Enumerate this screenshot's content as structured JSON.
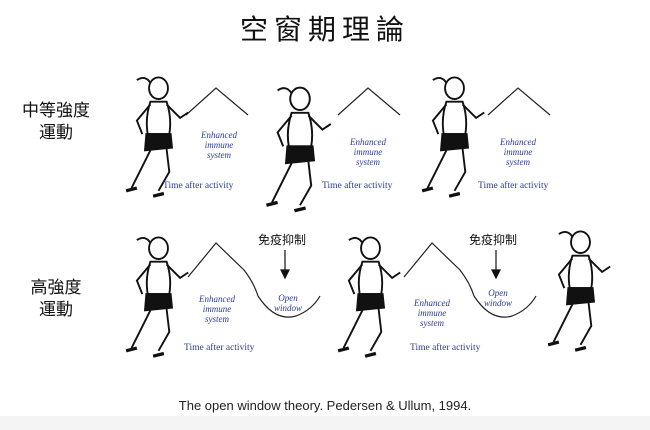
{
  "title": "空窗期理論",
  "rows": [
    {
      "label_line1": "中等強度",
      "label_line2": "運動"
    },
    {
      "label_line1": "高強度",
      "label_line2": "運動"
    }
  ],
  "curve_labels": {
    "enhanced_line1": "Enhanced",
    "enhanced_line2": "immune",
    "enhanced_line3": "system",
    "open_line1": "Open",
    "open_line2": "window",
    "time_axis": "Time after activity",
    "suppression": "免疫抑制"
  },
  "caption": "The open window theory. Pedersen & Ullum, 1994."
}
